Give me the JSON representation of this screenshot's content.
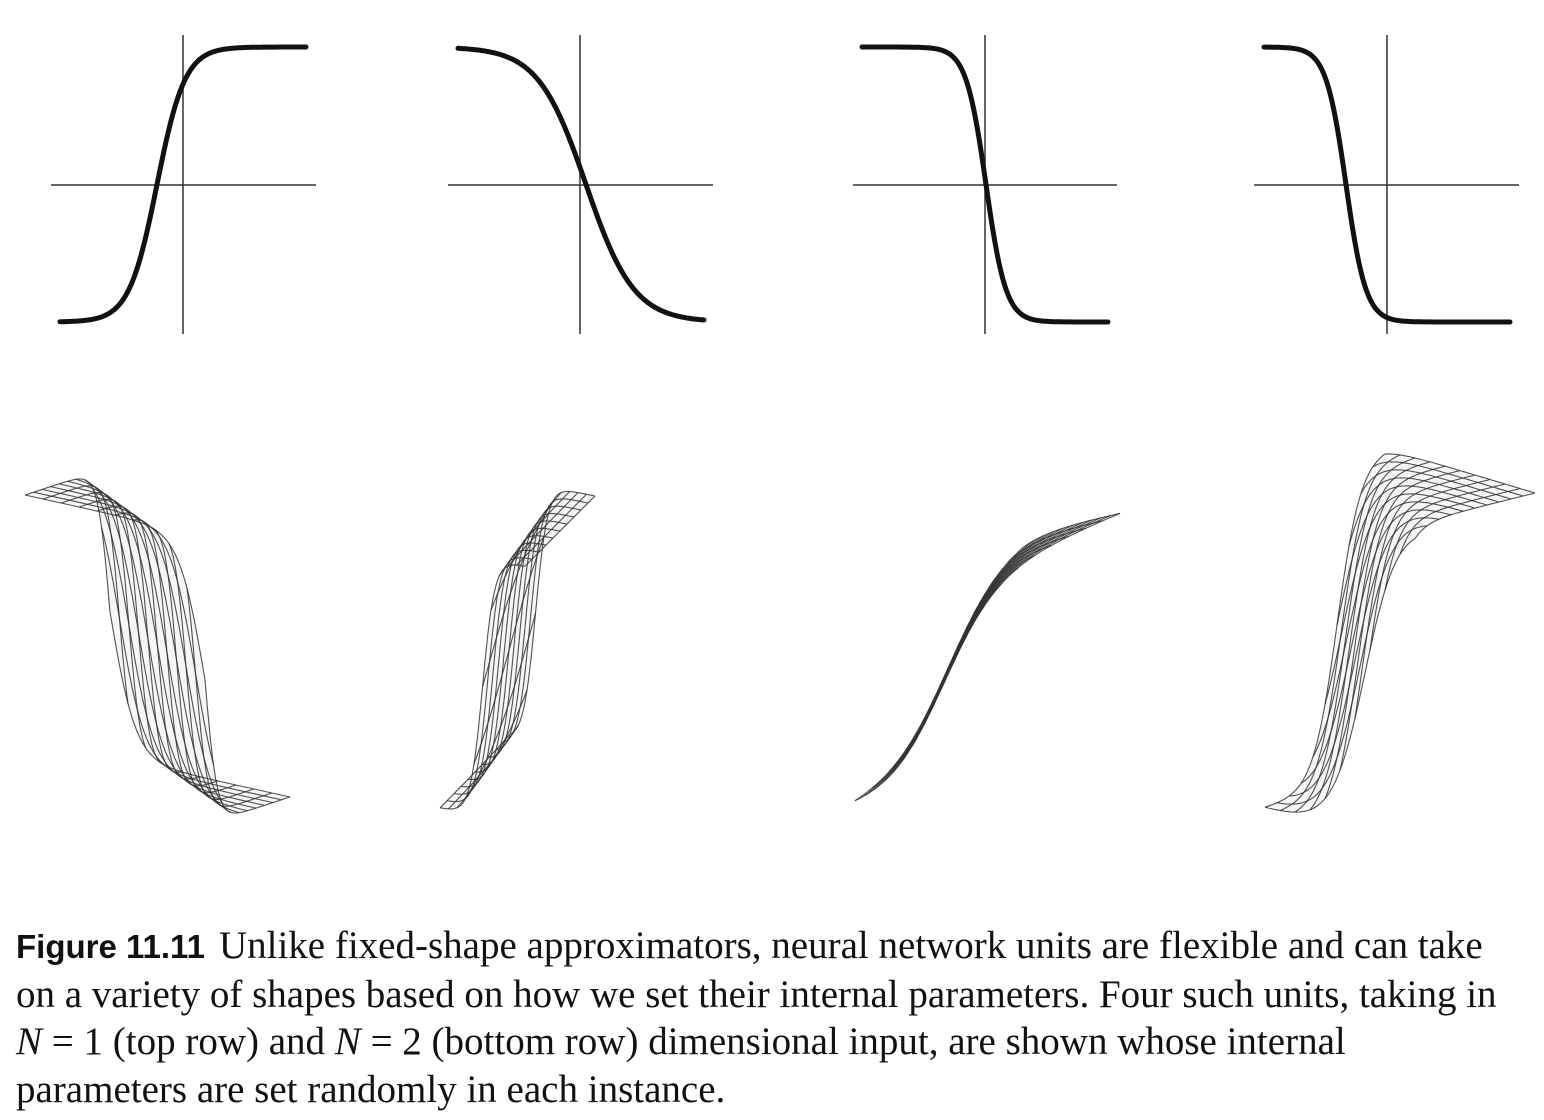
{
  "caption": {
    "label": "Figure 11.11",
    "text_1": "Unlike fixed-shape approximators, neural network units are flexible and can take on a variety of shapes based on how we set their internal parameters. Four such units, taking in ",
    "var_1": "N",
    "eq_1": " = 1 (top row) and ",
    "var_2": "N",
    "eq_2": " = 2 (bottom row) dimensional input, are shown whose internal parameters are set randomly in each instance."
  },
  "colors": {
    "curve": "#111111",
    "axis": "#333333",
    "mesh_line": "#333333",
    "mesh_fill": "#d8d8d8"
  },
  "chart_data": [
    {
      "type": "line",
      "panel": "top-1",
      "function": "sigmoid",
      "direction": "increasing"
    },
    {
      "type": "line",
      "panel": "top-2",
      "function": "sigmoid",
      "direction": "decreasing"
    },
    {
      "type": "line",
      "panel": "top-3",
      "function": "sigmoid",
      "direction": "decreasing"
    },
    {
      "type": "line",
      "panel": "top-4",
      "function": "sigmoid",
      "direction": "decreasing"
    },
    {
      "type": "surface",
      "panel": "bottom-1",
      "function": "sigmoid"
    },
    {
      "type": "surface",
      "panel": "bottom-2",
      "function": "sigmoid"
    },
    {
      "type": "surface",
      "panel": "bottom-3",
      "function": "sigmoid"
    },
    {
      "type": "surface",
      "panel": "bottom-4",
      "function": "sigmoid"
    }
  ]
}
